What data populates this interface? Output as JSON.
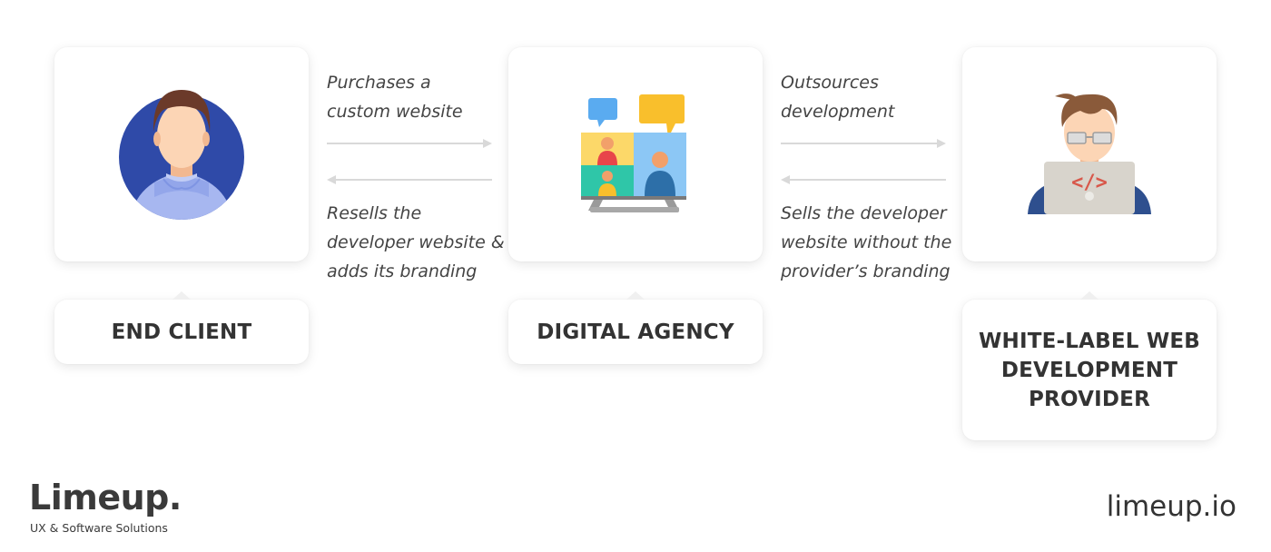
{
  "nodes": [
    {
      "label": "END CLIENT",
      "icon": "person-avatar-icon"
    },
    {
      "label": "DIGITAL AGENCY",
      "icon": "video-conference-icon"
    },
    {
      "label": "WHITE-LABEL WEB\nDEVELOPMENT\nPROVIDER",
      "icon": "developer-laptop-icon"
    }
  ],
  "flows": {
    "client_to_agency": "Purchases a\ncustom website",
    "agency_to_client": "Resells the\ndeveloper website &\nadds its branding",
    "agency_to_provider": "Outsources\ndevelopment",
    "provider_to_agency": "Sells the developer\nwebsite without the\nprovider’s branding"
  },
  "brand": {
    "name": "Limeup.",
    "tagline": "UX & Software Solutions",
    "url": "limeup.io"
  },
  "colors": {
    "arrow": "#d9d9d9",
    "label_text": "#333333",
    "avatar_bg": "#2f4aa8",
    "accent_yellow": "#f9bf2c",
    "accent_blue": "#5aabf0"
  }
}
